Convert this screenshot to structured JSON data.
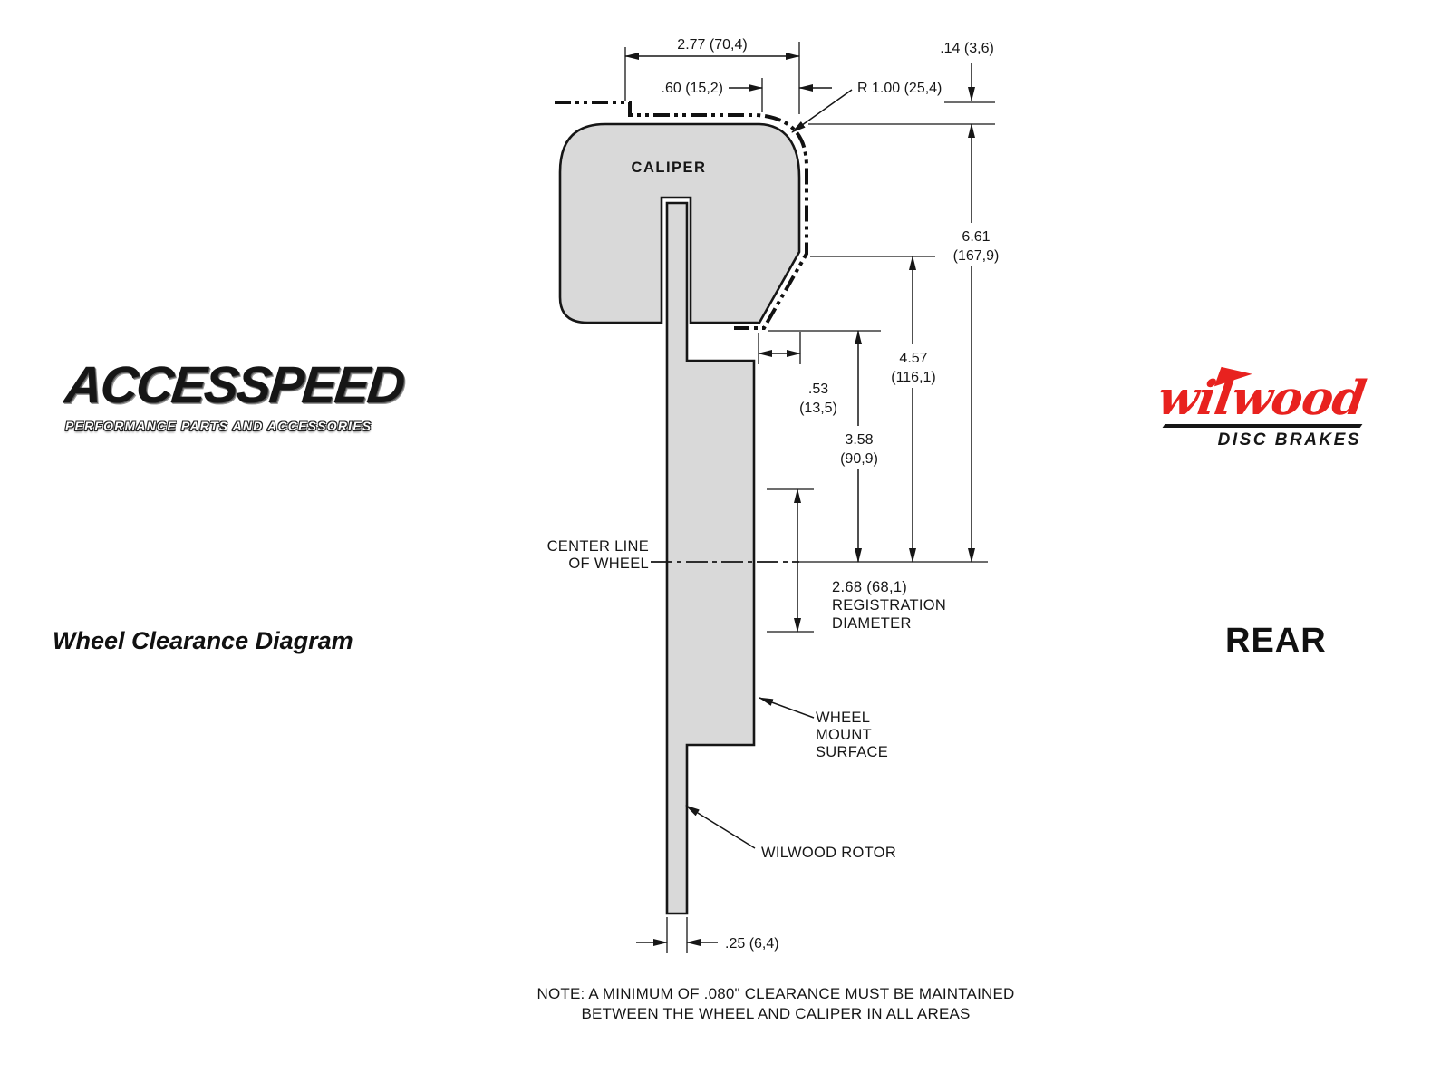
{
  "branding": {
    "left_logo": "ACCESSPEED",
    "left_tagline": "PERFORMANCE PARTS AND ACCESSORIES",
    "subtitle": "Wheel Clearance Diagram",
    "right_logo": "wilwood",
    "right_tagline": "DISC BRAKES",
    "position_label": "REAR"
  },
  "diagram": {
    "caliper_label": "CALIPER",
    "dims": {
      "width_top": "2.77 (70,4)",
      "offset_top": ".60 (15,2)",
      "radius": "R 1.00 (25,4)",
      "clearance_top": ".14 (3,6)",
      "overall_height_1": "6.61",
      "overall_height_2": "(167,9)",
      "mid_height_1": "4.57",
      "mid_height_2": "(116,1)",
      "low_height_1": "3.58",
      "low_height_2": "(90,9)",
      "step_1": ".53",
      "step_2": "(13,5)",
      "rotor_thickness": ".25 (6,4)"
    },
    "labels": {
      "center_line_1": "CENTER LINE",
      "center_line_2": "OF WHEEL",
      "registration_1": "2.68 (68,1)",
      "registration_2": "REGISTRATION",
      "registration_3": "DIAMETER",
      "wheel_mount_1": "WHEEL",
      "wheel_mount_2": "MOUNT",
      "wheel_mount_3": "SURFACE",
      "rotor": "WILWOOD ROTOR"
    },
    "note_1": "NOTE: A MINIMUM OF .080\" CLEARANCE MUST BE MAINTAINED",
    "note_2": "BETWEEN THE WHEEL AND CALIPER IN ALL AREAS"
  },
  "colors": {
    "metal_fill": "#d9d9d9",
    "line": "#161616",
    "wilwood_red": "#e8221f"
  }
}
